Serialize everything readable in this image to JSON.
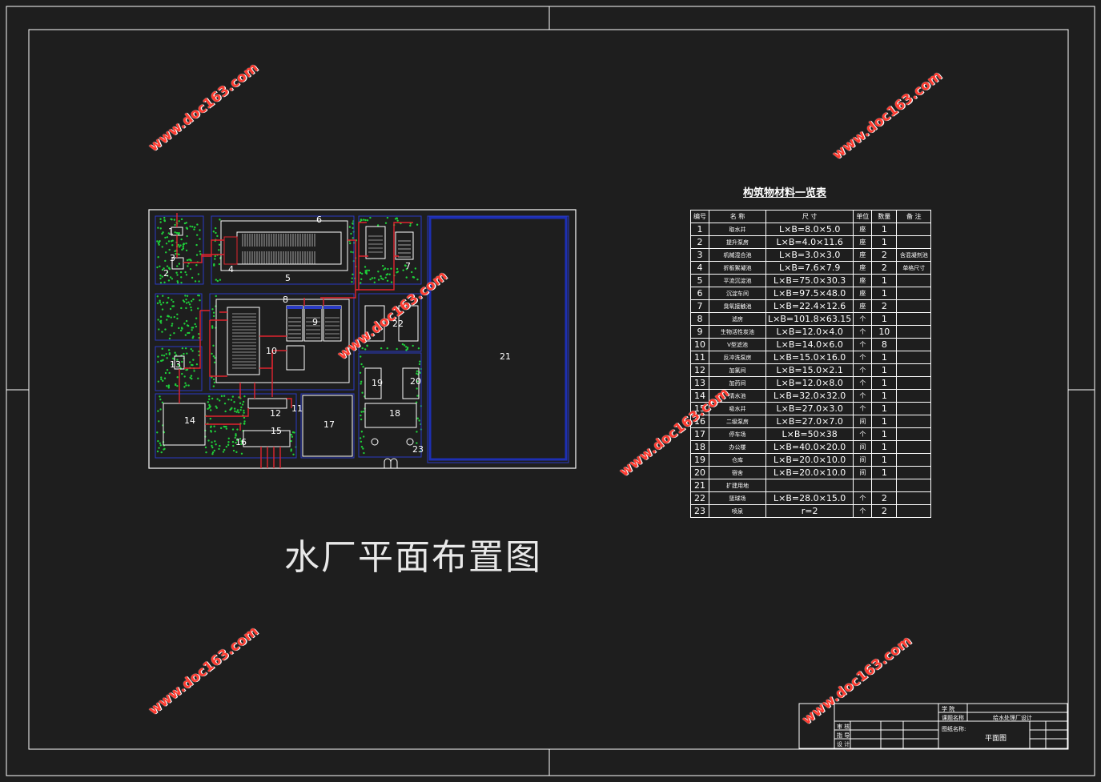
{
  "drawing_title": "水厂平面布置图",
  "table_title": "构筑物材料一览表",
  "table_headers": [
    "编号",
    "名 称",
    "尺 寸",
    "单位",
    "数量",
    "备 注"
  ],
  "table_rows": [
    {
      "no": "1",
      "name": "取水井",
      "size": "L×B=8.0×5.0",
      "unit": "座",
      "qty": "1",
      "remark": ""
    },
    {
      "no": "2",
      "name": "提升泵房",
      "size": "L×B=4.0×11.6",
      "unit": "座",
      "qty": "1",
      "remark": ""
    },
    {
      "no": "3",
      "name": "机械混合池",
      "size": "L×B=3.0×3.0",
      "unit": "座",
      "qty": "2",
      "remark": "含混凝剂池"
    },
    {
      "no": "4",
      "name": "折板絮凝池",
      "size": "L×B=7.6×7.9",
      "unit": "座",
      "qty": "2",
      "remark": "单格尺寸"
    },
    {
      "no": "5",
      "name": "平流沉淀池",
      "size": "L×B=75.0×30.3",
      "unit": "座",
      "qty": "1",
      "remark": ""
    },
    {
      "no": "6",
      "name": "沉淀车间",
      "size": "L×B=97.5×48.0",
      "unit": "座",
      "qty": "1",
      "remark": ""
    },
    {
      "no": "7",
      "name": "臭氧接触池",
      "size": "L×B=22.4×12.6",
      "unit": "座",
      "qty": "2",
      "remark": ""
    },
    {
      "no": "8",
      "name": "滤房",
      "size": "L×B=101.8×63.15",
      "unit": "个",
      "qty": "1",
      "remark": ""
    },
    {
      "no": "9",
      "name": "生物活性炭池",
      "size": "L×B=12.0×4.0",
      "unit": "个",
      "qty": "10",
      "remark": ""
    },
    {
      "no": "10",
      "name": "V型滤池",
      "size": "L×B=14.0×6.0",
      "unit": "个",
      "qty": "8",
      "remark": ""
    },
    {
      "no": "11",
      "name": "反冲洗泵房",
      "size": "L×B=15.0×16.0",
      "unit": "个",
      "qty": "1",
      "remark": ""
    },
    {
      "no": "12",
      "name": "加氯间",
      "size": "L×B=15.0×2.1",
      "unit": "个",
      "qty": "1",
      "remark": ""
    },
    {
      "no": "13",
      "name": "加药间",
      "size": "L×B=12.0×8.0",
      "unit": "个",
      "qty": "1",
      "remark": ""
    },
    {
      "no": "14",
      "name": "清水池",
      "size": "L×B=32.0×32.0",
      "unit": "个",
      "qty": "1",
      "remark": ""
    },
    {
      "no": "15",
      "name": "吸水井",
      "size": "L×B=27.0×3.0",
      "unit": "个",
      "qty": "1",
      "remark": ""
    },
    {
      "no": "16",
      "name": "二级泵房",
      "size": "L×B=27.0×7.0",
      "unit": "间",
      "qty": "1",
      "remark": ""
    },
    {
      "no": "17",
      "name": "停车场",
      "size": "L×B=50×38",
      "unit": "个",
      "qty": "1",
      "remark": ""
    },
    {
      "no": "18",
      "name": "办公楼",
      "size": "L×B=40.0×20.0",
      "unit": "间",
      "qty": "1",
      "remark": ""
    },
    {
      "no": "19",
      "name": "仓库",
      "size": "L×B=20.0×10.0",
      "unit": "间",
      "qty": "1",
      "remark": ""
    },
    {
      "no": "20",
      "name": "宿舍",
      "size": "L×B=20.0×10.0",
      "unit": "间",
      "qty": "1",
      "remark": ""
    },
    {
      "no": "21",
      "name": "扩建用地",
      "size": "",
      "unit": "",
      "qty": "",
      "remark": ""
    },
    {
      "no": "22",
      "name": "篮球场",
      "size": "L×B=28.0×15.0",
      "unit": "个",
      "qty": "2",
      "remark": ""
    },
    {
      "no": "23",
      "name": "喷泉",
      "size": "r=2",
      "unit": "个",
      "qty": "2",
      "remark": ""
    }
  ],
  "plan_labels": [
    "1",
    "2",
    "3",
    "4",
    "5",
    "6",
    "7",
    "8",
    "9",
    "10",
    "11",
    "12",
    "13",
    "14",
    "15",
    "16",
    "17",
    "18",
    "19",
    "20",
    "21",
    "22",
    "23"
  ],
  "watermark": "www.doc163.com",
  "title_block": {
    "school": "学 院",
    "project_label": "课题名称",
    "project_name": "给水处理厂设计",
    "drawing_name_label": "图纸名称:",
    "drawing_name": "平面图",
    "roles": [
      "审 核",
      "指 导",
      "设 计"
    ]
  },
  "colors": {
    "background": "#1e1e1e",
    "line": "#ffffff",
    "pipe": "#e0242f",
    "tree": "#1fcf3a",
    "expansion": "#1d2fb3",
    "watermark": "#ff3b30"
  }
}
